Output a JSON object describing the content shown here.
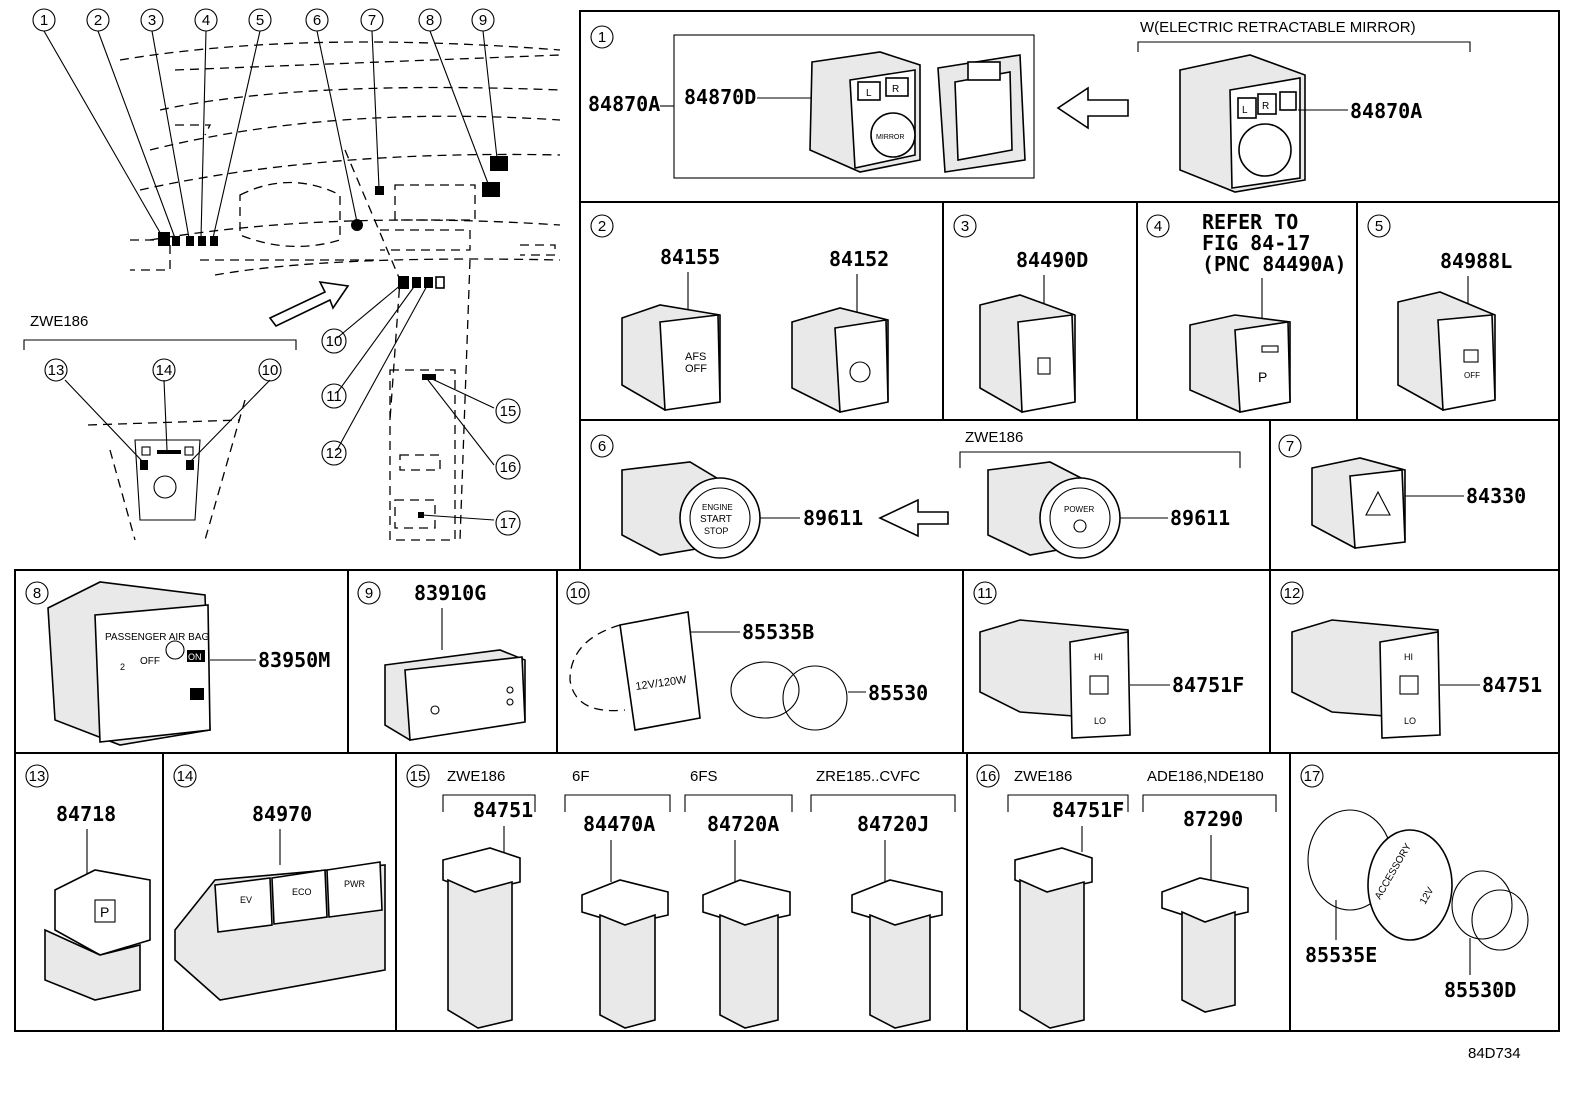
{
  "diagram_code": "84D734",
  "overview": {
    "variant_label": "ZWE186",
    "callouts_top": [
      "1",
      "2",
      "3",
      "4",
      "5",
      "6",
      "7",
      "8",
      "9"
    ],
    "callouts_side": [
      "10",
      "11",
      "12",
      "15",
      "16",
      "17"
    ],
    "callouts_inset": [
      "13",
      "14",
      "10"
    ]
  },
  "panels": {
    "p1": {
      "num": "1",
      "note": "W(ELECTRIC RETRACTABLE MIRROR)",
      "parts": [
        "84870A",
        "84870D",
        "84870A"
      ],
      "switch_texts": [
        "L",
        "R",
        "MIRROR",
        "L",
        "R"
      ]
    },
    "p2": {
      "num": "2",
      "parts": [
        "84155",
        "84152"
      ],
      "switch_texts": [
        "AFS",
        "OFF"
      ]
    },
    "p3": {
      "num": "3",
      "parts": [
        "84490D"
      ]
    },
    "p4": {
      "num": "4",
      "refer": [
        "REFER TO",
        "FIG 84-17",
        "(PNC 84490A)"
      ]
    },
    "p5": {
      "num": "5",
      "parts": [
        "84988L"
      ],
      "switch_texts": [
        "OFF"
      ]
    },
    "p6": {
      "num": "6",
      "variant": "ZWE186",
      "parts": [
        "89611",
        "89611"
      ],
      "switch_texts": [
        "ENGINE",
        "START",
        "STOP",
        "POWER"
      ]
    },
    "p7": {
      "num": "7",
      "parts": [
        "84330"
      ]
    },
    "p8": {
      "num": "8",
      "parts": [
        "83950M"
      ],
      "switch_texts": [
        "PASSENGER AIR BAG",
        "OFF",
        "ON",
        "2"
      ]
    },
    "p9": {
      "num": "9",
      "parts": [
        "83910G"
      ]
    },
    "p10": {
      "num": "10",
      "parts": [
        "85535B",
        "85530"
      ],
      "switch_texts": [
        "12V/120W"
      ]
    },
    "p11": {
      "num": "11",
      "parts": [
        "84751F"
      ],
      "switch_texts": [
        "HI",
        "LO"
      ]
    },
    "p12": {
      "num": "12",
      "parts": [
        "84751"
      ],
      "switch_texts": [
        "HI",
        "LO"
      ]
    },
    "p13": {
      "num": "13",
      "parts": [
        "84718"
      ],
      "switch_texts": [
        "P"
      ]
    },
    "p14": {
      "num": "14",
      "parts": [
        "84970"
      ],
      "switch_texts": [
        "EV",
        "ECO",
        "PWR"
      ]
    },
    "p15": {
      "num": "15",
      "variants": [
        "ZWE186",
        "6F",
        "6FS",
        "ZRE185..CVFC"
      ],
      "parts": [
        "84751",
        "84470A",
        "84720A",
        "84720J"
      ]
    },
    "p16": {
      "num": "16",
      "variants": [
        "ZWE186",
        "ADE186,NDE180"
      ],
      "parts": [
        "84751F",
        "87290"
      ]
    },
    "p17": {
      "num": "17",
      "parts": [
        "85535E",
        "85530D"
      ],
      "switch_texts": [
        "ACCESSORY",
        "12V"
      ]
    }
  }
}
